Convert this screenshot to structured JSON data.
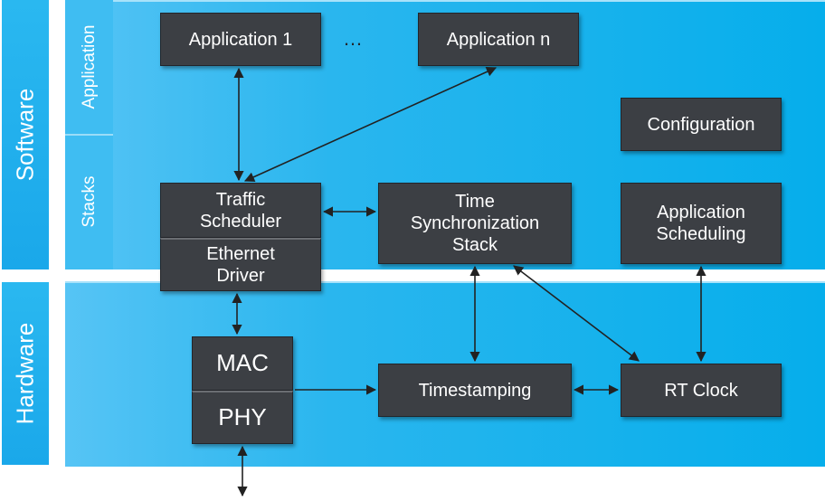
{
  "layers": {
    "software": "Software",
    "hardware": "Hardware",
    "application": "Application",
    "stacks": "Stacks"
  },
  "boxes": {
    "app1": "Application 1",
    "ellipsis": "…",
    "appn": "Application n",
    "configuration": "Configuration",
    "traffic_scheduler": "Traffic\nScheduler",
    "ethernet_driver": "Ethernet\nDriver",
    "time_sync": "Time\nSynchronization\nStack",
    "app_scheduling": "Application\nScheduling",
    "mac": "MAC",
    "phy": "PHY",
    "timestamping": "Timestamping",
    "rt_clock": "RT Clock"
  },
  "colors": {
    "layer_blue": "#1aa8ea",
    "box_dark": "#3c3f44",
    "text_white": "#ffffff",
    "arrow": "#222222"
  }
}
